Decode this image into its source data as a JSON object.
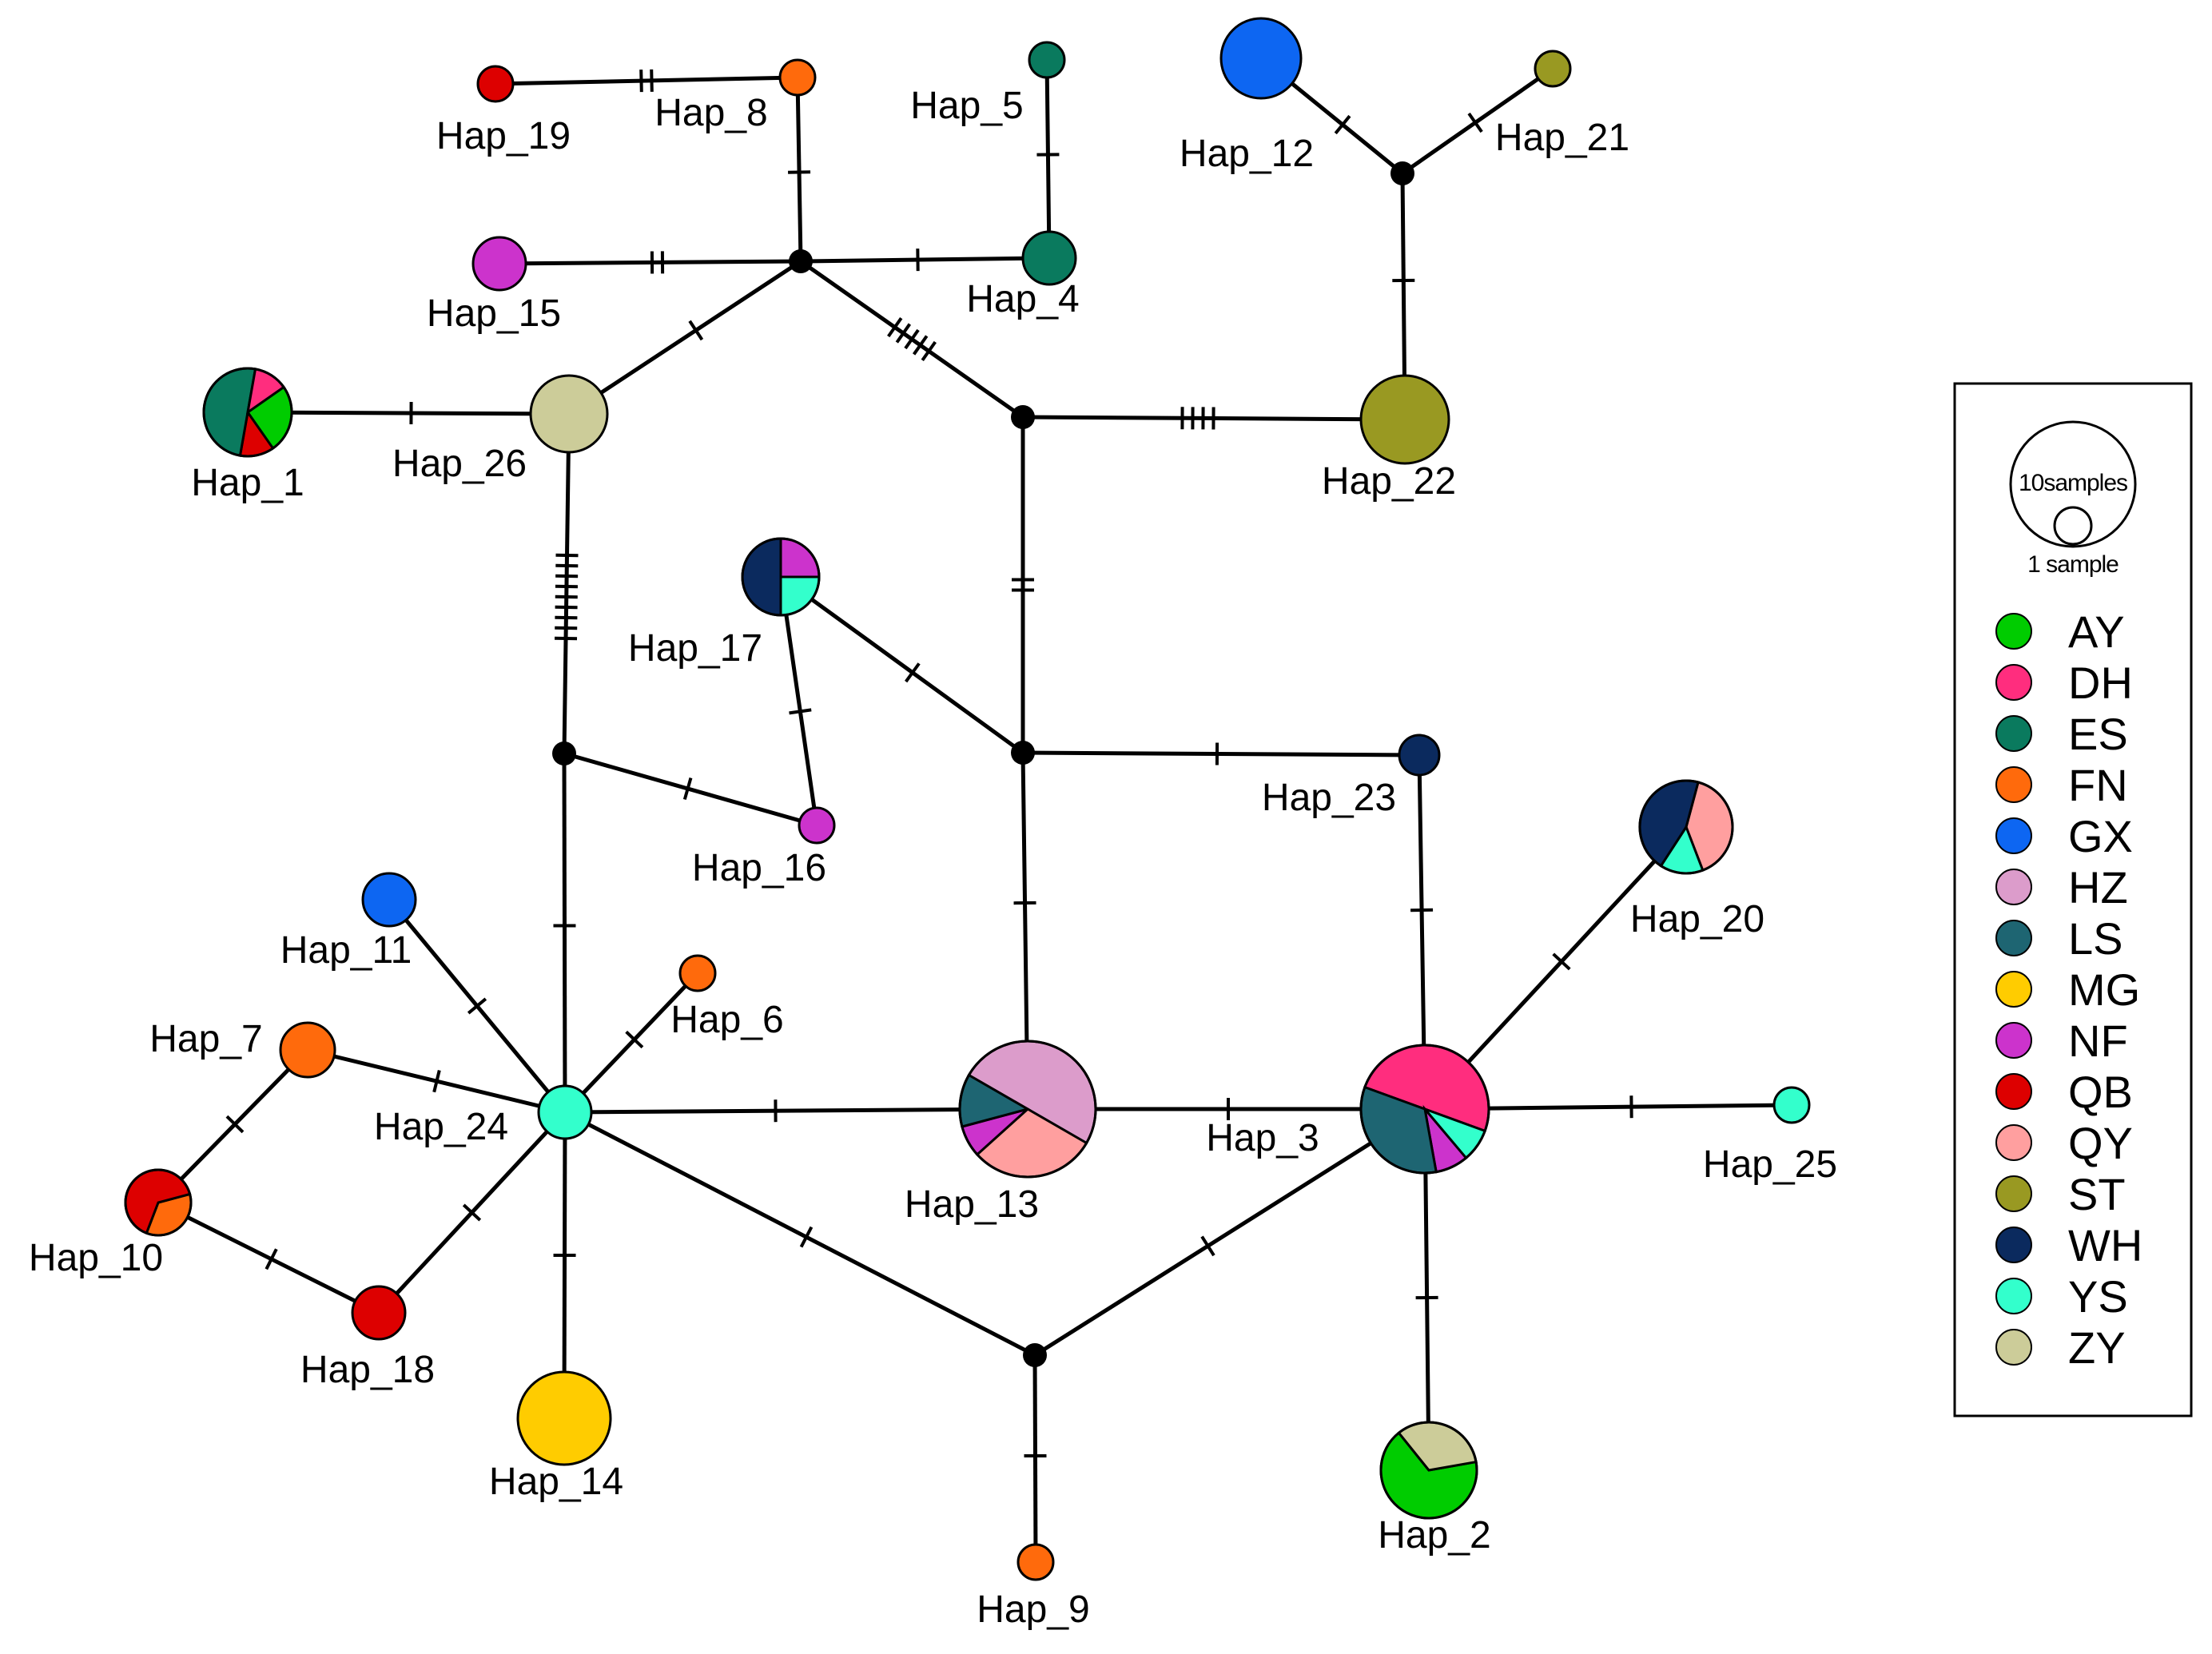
{
  "haplotypes": [
    {
      "id": "Hap_1",
      "label": "Hap_1",
      "slices": [
        {
          "pop": "AY",
          "frac": 0.25
        },
        {
          "pop": "QB",
          "frac": 0.125
        },
        {
          "pop": "ES",
          "frac": 0.5
        },
        {
          "pop": "DH",
          "frac": 0.125
        }
      ]
    },
    {
      "id": "Hap_2",
      "label": "Hap_2",
      "slices": [
        {
          "pop": "AY",
          "frac": 0.67
        },
        {
          "pop": "ZY",
          "frac": 0.33
        }
      ]
    },
    {
      "id": "Hap_3",
      "label": "Hap_3",
      "slices": [
        {
          "pop": "DH",
          "frac": 0.5
        },
        {
          "pop": "YS",
          "frac": 0.083
        },
        {
          "pop": "NF",
          "frac": 0.083
        },
        {
          "pop": "LS",
          "frac": 0.334
        }
      ]
    },
    {
      "id": "Hap_4",
      "label": "Hap_4",
      "slices": [
        {
          "pop": "ES",
          "frac": 1
        }
      ]
    },
    {
      "id": "Hap_5",
      "label": "Hap_5",
      "slices": [
        {
          "pop": "ES",
          "frac": 1
        }
      ]
    },
    {
      "id": "Hap_6",
      "label": "Hap_6",
      "slices": [
        {
          "pop": "FN",
          "frac": 1
        }
      ]
    },
    {
      "id": "Hap_7",
      "label": "Hap_7",
      "slices": [
        {
          "pop": "FN",
          "frac": 1
        }
      ]
    },
    {
      "id": "Hap_8",
      "label": "Hap_8",
      "slices": [
        {
          "pop": "FN",
          "frac": 1
        }
      ]
    },
    {
      "id": "Hap_9",
      "label": "Hap_9",
      "slices": [
        {
          "pop": "FN",
          "frac": 1
        }
      ]
    },
    {
      "id": "Hap_10",
      "label": "Hap_10",
      "slices": [
        {
          "pop": "FN",
          "frac": 0.35
        },
        {
          "pop": "QB",
          "frac": 0.65
        }
      ]
    },
    {
      "id": "Hap_11",
      "label": "Hap_11",
      "slices": [
        {
          "pop": "GX",
          "frac": 1
        }
      ]
    },
    {
      "id": "Hap_12",
      "label": "Hap_12",
      "slices": [
        {
          "pop": "GX",
          "frac": 1
        }
      ]
    },
    {
      "id": "Hap_13",
      "label": "Hap_13",
      "slices": [
        {
          "pop": "HZ",
          "frac": 0.5
        },
        {
          "pop": "QY",
          "frac": 0.3
        },
        {
          "pop": "NF",
          "frac": 0.075
        },
        {
          "pop": "LS",
          "frac": 0.125
        }
      ]
    },
    {
      "id": "Hap_14",
      "label": "Hap_14",
      "slices": [
        {
          "pop": "MG",
          "frac": 1
        }
      ]
    },
    {
      "id": "Hap_15",
      "label": "Hap_15",
      "slices": [
        {
          "pop": "NF",
          "frac": 1
        }
      ]
    },
    {
      "id": "Hap_16",
      "label": "Hap_16",
      "slices": [
        {
          "pop": "NF",
          "frac": 1
        }
      ]
    },
    {
      "id": "Hap_17",
      "label": "Hap_17",
      "slices": [
        {
          "pop": "NF",
          "frac": 0.25
        },
        {
          "pop": "YS",
          "frac": 0.25
        },
        {
          "pop": "WH",
          "frac": 0.5
        }
      ]
    },
    {
      "id": "Hap_18",
      "label": "Hap_18",
      "slices": [
        {
          "pop": "QB",
          "frac": 1
        }
      ]
    },
    {
      "id": "Hap_19",
      "label": "Hap_19",
      "slices": [
        {
          "pop": "QB",
          "frac": 1
        }
      ]
    },
    {
      "id": "Hap_20",
      "label": "Hap_20",
      "slices": [
        {
          "pop": "QY",
          "frac": 0.4
        },
        {
          "pop": "YS",
          "frac": 0.15
        },
        {
          "pop": "WH",
          "frac": 0.45
        }
      ]
    },
    {
      "id": "Hap_21",
      "label": "Hap_21",
      "slices": [
        {
          "pop": "ST",
          "frac": 1
        }
      ]
    },
    {
      "id": "Hap_22",
      "label": "Hap_22",
      "slices": [
        {
          "pop": "ST",
          "frac": 1
        }
      ]
    },
    {
      "id": "Hap_23",
      "label": "Hap_23",
      "slices": [
        {
          "pop": "WH",
          "frac": 1
        }
      ]
    },
    {
      "id": "Hap_24",
      "label": "Hap_24",
      "slices": [
        {
          "pop": "YS",
          "frac": 1
        }
      ]
    },
    {
      "id": "Hap_25",
      "label": "Hap_25",
      "slices": [
        {
          "pop": "YS",
          "frac": 1
        }
      ]
    },
    {
      "id": "Hap_26",
      "label": "Hap_26",
      "slices": [
        {
          "pop": "ZY",
          "frac": 1
        }
      ]
    }
  ],
  "edges": [
    {
      "a": "Hap_19",
      "b": "Hap_8",
      "mutations": 2
    },
    {
      "a": "Hap_8",
      "b": "mv1",
      "mutations": 1
    },
    {
      "a": "Hap_15",
      "b": "mv1",
      "mutations": 2
    },
    {
      "a": "mv1",
      "b": "Hap_4",
      "mutations": 1
    },
    {
      "a": "Hap_5",
      "b": "Hap_4",
      "mutations": 1
    },
    {
      "a": "mv1",
      "b": "Hap_26",
      "mutations": 1
    },
    {
      "a": "mv1",
      "b": "mv3",
      "mutations": 5
    },
    {
      "a": "Hap_1",
      "b": "Hap_26",
      "mutations": 1
    },
    {
      "a": "Hap_12",
      "b": "mv2",
      "mutations": 1
    },
    {
      "a": "Hap_21",
      "b": "mv2",
      "mutations": 1
    },
    {
      "a": "mv2",
      "b": "Hap_22",
      "mutations": 1
    },
    {
      "a": "mv3",
      "b": "Hap_22",
      "mutations": 4
    },
    {
      "a": "mv3",
      "b": "mv4",
      "mutations": 2
    },
    {
      "a": "Hap_26",
      "b": "mv5",
      "mutations": 9
    },
    {
      "a": "Hap_17",
      "b": "mv4",
      "mutations": 1
    },
    {
      "a": "Hap_17",
      "b": "Hap_16",
      "mutations": 1
    },
    {
      "a": "mv5",
      "b": "Hap_16",
      "mutations": 1
    },
    {
      "a": "mv4",
      "b": "Hap_23",
      "mutations": 1
    },
    {
      "a": "mv4",
      "b": "Hap_13",
      "mutations": 1
    },
    {
      "a": "Hap_23",
      "b": "Hap_3",
      "mutations": 1
    },
    {
      "a": "mv5",
      "b": "Hap_24",
      "mutations": 1
    },
    {
      "a": "Hap_11",
      "b": "Hap_24",
      "mutations": 1
    },
    {
      "a": "Hap_6",
      "b": "Hap_24",
      "mutations": 1
    },
    {
      "a": "Hap_7",
      "b": "Hap_24",
      "mutations": 1
    },
    {
      "a": "Hap_7",
      "b": "Hap_10",
      "mutations": 1
    },
    {
      "a": "Hap_10",
      "b": "Hap_18",
      "mutations": 1
    },
    {
      "a": "Hap_18",
      "b": "Hap_24",
      "mutations": 1
    },
    {
      "a": "Hap_24",
      "b": "Hap_14",
      "mutations": 1
    },
    {
      "a": "Hap_24",
      "b": "Hap_13",
      "mutations": 1
    },
    {
      "a": "Hap_24",
      "b": "mv6",
      "mutations": 1
    },
    {
      "a": "Hap_13",
      "b": "Hap_3",
      "mutations": 1
    },
    {
      "a": "mv6",
      "b": "Hap_3",
      "mutations": 1
    },
    {
      "a": "mv6",
      "b": "Hap_9",
      "mutations": 1
    },
    {
      "a": "Hap_3",
      "b": "Hap_20",
      "mutations": 1
    },
    {
      "a": "Hap_3",
      "b": "Hap_25",
      "mutations": 1
    },
    {
      "a": "Hap_3",
      "b": "Hap_2",
      "mutations": 1
    }
  ],
  "legend": {
    "size_large_label": "10samples",
    "size_small_label": "1 sample",
    "populations": [
      {
        "code": "AY",
        "color": "#00CC00"
      },
      {
        "code": "DH",
        "color": "#FF2D7E"
      },
      {
        "code": "ES",
        "color": "#0A7A5E"
      },
      {
        "code": "FN",
        "color": "#FF6A0C"
      },
      {
        "code": "GX",
        "color": "#0D66F2"
      },
      {
        "code": "HZ",
        "color": "#DC9CCB"
      },
      {
        "code": "LS",
        "color": "#1E6572"
      },
      {
        "code": "MG",
        "color": "#FFCC00"
      },
      {
        "code": "NF",
        "color": "#CC33CC"
      },
      {
        "code": "QB",
        "color": "#DD0000"
      },
      {
        "code": "QY",
        "color": "#FF9F9F"
      },
      {
        "code": "ST",
        "color": "#999922"
      },
      {
        "code": "WH",
        "color": "#0B2A5E"
      },
      {
        "code": "YS",
        "color": "#33FFCC"
      },
      {
        "code": "ZY",
        "color": "#CCCC99"
      }
    ]
  }
}
